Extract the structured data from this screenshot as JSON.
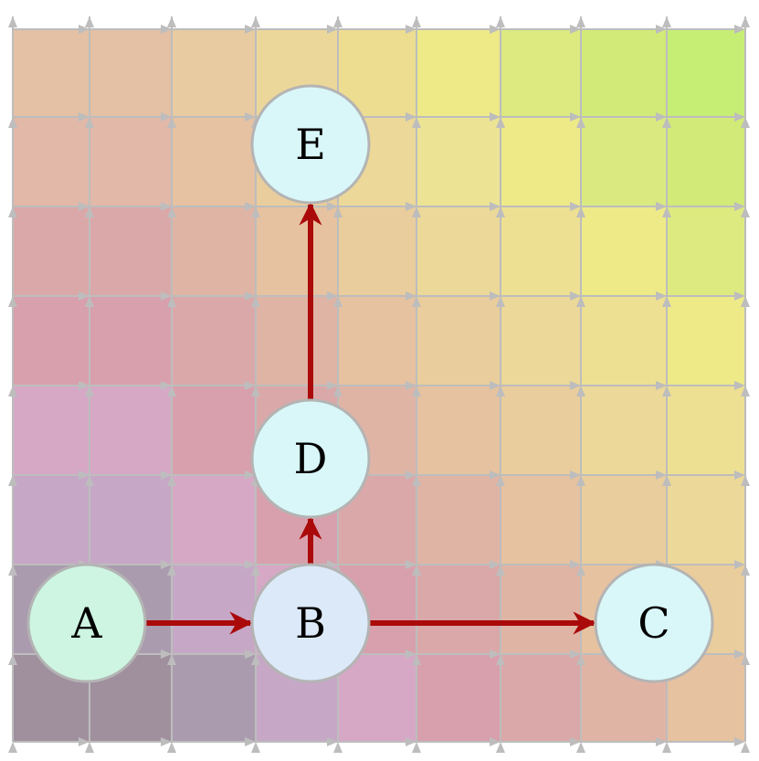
{
  "grid": {
    "rows": 8,
    "cols": 9,
    "colors": [
      [
        "#e4c0a4",
        "#e4c0a4",
        "#e8cba0",
        "#ecd79a",
        "#eddd90",
        "#eeea88",
        "#dcea80",
        "#d2ea78",
        "#c6ee74"
      ],
      [
        "#e2b8a8",
        "#e2b8a8",
        "#e6c2a2",
        "#eacd9c",
        "#ecd898",
        "#ece494",
        "#eeea88",
        "#daea80",
        "#d2ea78"
      ],
      [
        "#daa8a8",
        "#daa8a8",
        "#e0b4a4",
        "#e6c2a0",
        "#eacd9c",
        "#ecd898",
        "#eee092",
        "#eeea88",
        "#dcea80"
      ],
      [
        "#d8a0ac",
        "#d8a0ac",
        "#daa8a8",
        "#e0b4a4",
        "#e6c2a0",
        "#eacd9c",
        "#ecd898",
        "#eee092",
        "#eeea88"
      ],
      [
        "#d6a8c6",
        "#d6a8c6",
        "#d8a0ac",
        "#daa8a8",
        "#e0b4a4",
        "#e6c2a0",
        "#eacd9c",
        "#ecd898",
        "#eee092"
      ],
      [
        "#c6a8c6",
        "#c6a8c6",
        "#d6a8c6",
        "#d8a0ac",
        "#daa8a8",
        "#e0b4a4",
        "#e6c2a0",
        "#eacd9c",
        "#ecd898"
      ],
      [
        "#aa9cae",
        "#aa9cae",
        "#c6a8c6",
        "#d6a8c6",
        "#d8a0ac",
        "#daa8a8",
        "#e0b4a4",
        "#e6c2a0",
        "#eacd9c"
      ],
      [
        "#a0909e",
        "#a0909e",
        "#aa9cae",
        "#c6a8c6",
        "#d6a8c6",
        "#d8a0ac",
        "#daa8a8",
        "#e0b4a4",
        "#e6c2a0"
      ]
    ]
  },
  "colors": {
    "edge": "#aa0a0a",
    "node_stroke": "#b4b4b4",
    "grid_line": "#bdbdbd",
    "node_fill_default": "#d9f7f9",
    "node_fill_start": "#cdf5e2",
    "node_fill_hub": "#dbe9f8"
  },
  "nodes": [
    {
      "id": "A",
      "label": "A",
      "fill": "#cdf5e2"
    },
    {
      "id": "B",
      "label": "B",
      "fill": "#dbe9f8"
    },
    {
      "id": "C",
      "label": "C",
      "fill": "#d9f7f9"
    },
    {
      "id": "D",
      "label": "D",
      "fill": "#d9f7f9"
    },
    {
      "id": "E",
      "label": "E",
      "fill": "#d9f7f9"
    }
  ],
  "edges": [
    {
      "from": "A",
      "to": "B"
    },
    {
      "from": "B",
      "to": "C"
    },
    {
      "from": "B",
      "to": "D"
    },
    {
      "from": "D",
      "to": "E"
    }
  ]
}
